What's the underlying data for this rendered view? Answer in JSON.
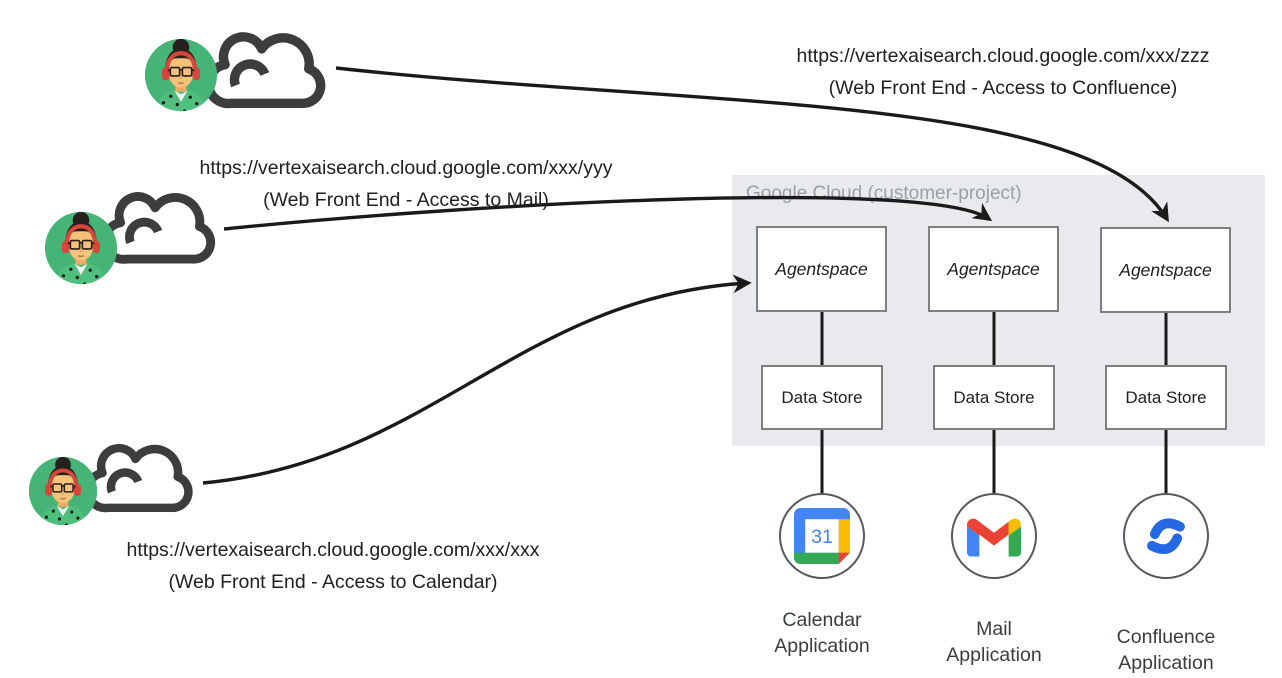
{
  "users": [
    {
      "url": "https://vertexaisearch.cloud.google.com/xxx/zzz",
      "caption": "(Web Front End - Access to Confluence)"
    },
    {
      "url": "https://vertexaisearch.cloud.google.com/xxx/yyy",
      "caption": "(Web Front End - Access to Mail)"
    },
    {
      "url": "https://vertexaisearch.cloud.google.com/xxx/xxx",
      "caption": "(Web Front End - Access to Calendar)"
    }
  ],
  "google_cloud": {
    "label": "Google Cloud (customer-project)",
    "columns": [
      {
        "agent": "Agentspace",
        "datastore": "Data Store",
        "app_line1": "Calendar",
        "app_line2": "Application",
        "icon": "google-calendar-icon"
      },
      {
        "agent": "Agentspace",
        "datastore": "Data Store",
        "app_line1": "Mail",
        "app_line2": "Application",
        "icon": "gmail-icon"
      },
      {
        "agent": "Agentspace",
        "datastore": "Data Store",
        "app_line1": "Confluence",
        "app_line2": "Application",
        "icon": "confluence-icon"
      }
    ]
  },
  "calendar_day": "31",
  "colors": {
    "container_bg": "#e8eaed",
    "container_label": "#9aa0a6",
    "line_black": "#1a1a1a",
    "box_border": "#7f7f7f",
    "avatar_green": "#46b377",
    "headphones_red": "#d8453a",
    "google_blue": "#4285f4",
    "google_red": "#ea4335",
    "google_yellow": "#fbbc04",
    "google_green": "#34a853",
    "confluence_blue": "#2468e3",
    "cloud_outline": "#3d3d3d"
  }
}
